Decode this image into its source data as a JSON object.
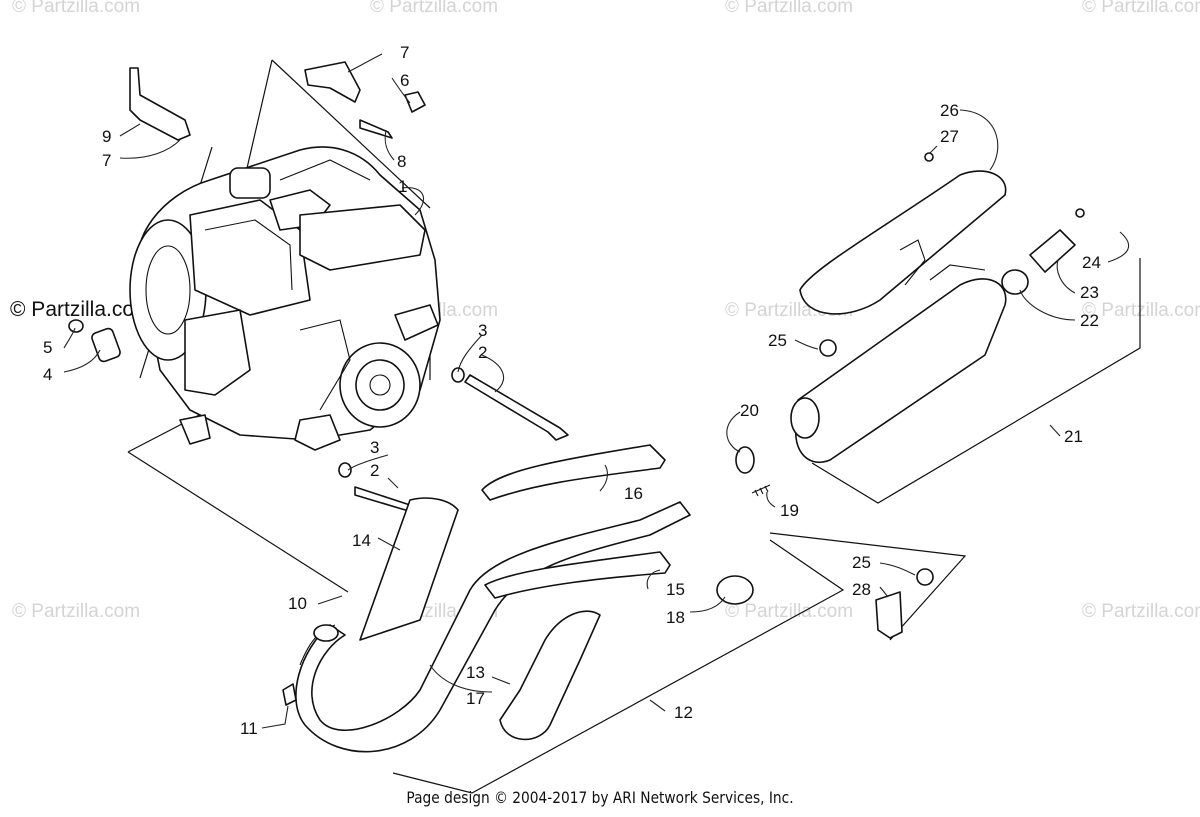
{
  "watermark": "© Partzilla.com",
  "footer": "Page design © 2004-2017 by ARI Network Services, Inc.",
  "callouts": [
    "1",
    "2",
    "3",
    "4",
    "5",
    "6",
    "7",
    "8",
    "9",
    "10",
    "11",
    "12",
    "13",
    "14",
    "15",
    "16",
    "17",
    "18",
    "19",
    "20",
    "21",
    "22",
    "23",
    "24",
    "25",
    "26",
    "27",
    "28"
  ]
}
